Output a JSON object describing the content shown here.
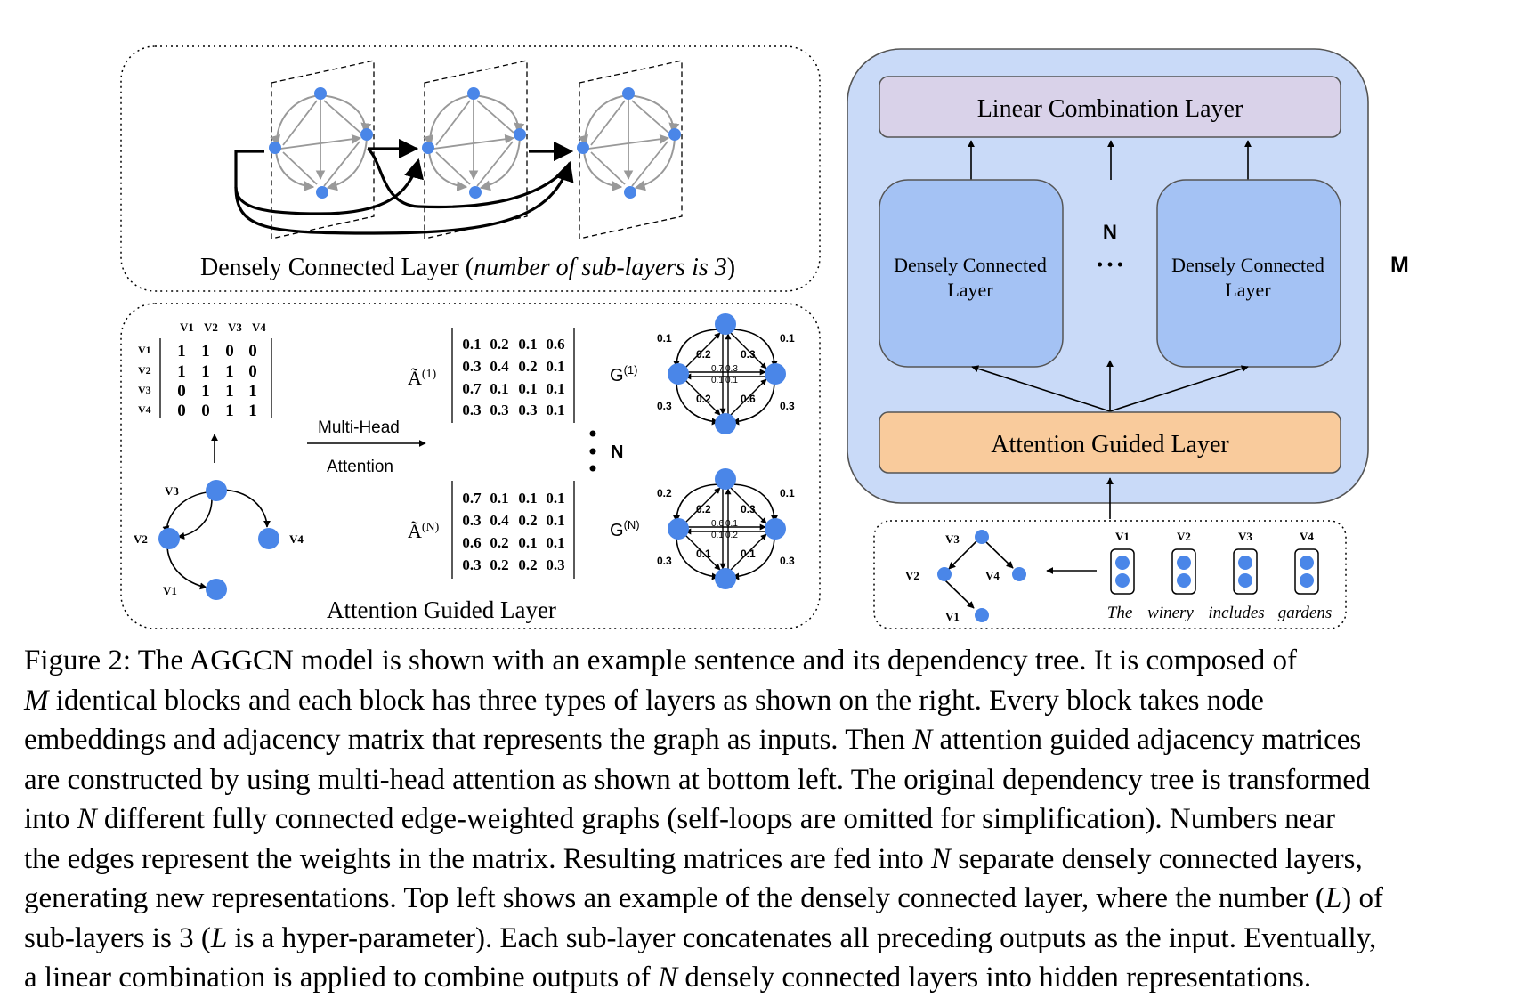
{
  "colors": {
    "node": "#4a86e8",
    "block_bg": "#c9daf8",
    "linear_bg": "#d9d2e9",
    "dense_bg": "#a4c2f4",
    "attention_bg": "#f9cb9c",
    "edge_gray": "#999999"
  },
  "top_left": {
    "caption_main": "Densely Connected Layer (",
    "caption_italic": "number of sub-layers is 3",
    "caption_end": ")"
  },
  "bottom_left": {
    "title": "Attention Guided Layer",
    "column_headers": [
      "V1",
      "V2",
      "V3",
      "V4"
    ],
    "row_headers": [
      "V1",
      "V2",
      "V3",
      "V4"
    ],
    "adjacency": [
      [
        "1",
        "1",
        "0",
        "0"
      ],
      [
        "1",
        "1",
        "1",
        "0"
      ],
      [
        "0",
        "1",
        "1",
        "1"
      ],
      [
        "0",
        "0",
        "1",
        "1"
      ]
    ],
    "arrow_label_1": "Multi-Head",
    "arrow_label_2": "Attention",
    "tree_labels": [
      "V3",
      "V2",
      "V4",
      "V1"
    ],
    "matrix_1_label": "Ã",
    "matrix_1_sup": "(1)",
    "matrix_1": [
      [
        "0.1",
        "0.2",
        "0.1",
        "0.6"
      ],
      [
        "0.3",
        "0.4",
        "0.2",
        "0.1"
      ],
      [
        "0.7",
        "0.1",
        "0.1",
        "0.1"
      ],
      [
        "0.3",
        "0.3",
        "0.3",
        "0.1"
      ]
    ],
    "matrix_n_label": "Ã",
    "matrix_n_sup": "(N)",
    "matrix_n": [
      [
        "0.7",
        "0.1",
        "0.1",
        "0.1"
      ],
      [
        "0.3",
        "0.4",
        "0.2",
        "0.1"
      ],
      [
        "0.6",
        "0.2",
        "0.1",
        "0.1"
      ],
      [
        "0.3",
        "0.2",
        "0.2",
        "0.3"
      ]
    ],
    "n_label": "N",
    "graph_1_label": "G",
    "graph_1_sup": "(1)",
    "graph_n_label": "G",
    "graph_n_sup": "(N)",
    "graph_1_weights": {
      "tl": "0.1",
      "tr": "0.1",
      "bl": "0.3",
      "br": "0.3",
      "inner_tl": "0.2",
      "inner_tr": "0.3",
      "inner_bl": "0.2",
      "inner_br": "0.6",
      "center_1": "0.7",
      "center_2": "0.3",
      "center_3": "0.1",
      "center_4": "0.1"
    },
    "graph_n_weights": {
      "tl": "0.2",
      "tr": "0.1",
      "bl": "0.3",
      "br": "0.3",
      "inner_tl": "0.2",
      "inner_tr": "0.3",
      "inner_bl": "0.1",
      "inner_br": "0.1",
      "center_1": "0.6",
      "center_2": "0.1",
      "center_3": "0.1",
      "center_4": "0.2"
    }
  },
  "block": {
    "linear": "Linear Combination Layer",
    "dense_1_line1": "Densely Connected",
    "dense_1_line2": "Layer",
    "dense_2_line1": "Densely Connected",
    "dense_2_line2": "Layer",
    "n_label": "N",
    "dots": "•   •   •",
    "attention": "Attention Guided Layer",
    "m_label": "M"
  },
  "input": {
    "tree_labels": [
      "V3",
      "V2",
      "V4",
      "V1"
    ],
    "word_ids": [
      "V1",
      "V2",
      "V3",
      "V4"
    ],
    "words": [
      "The",
      "winery",
      "includes",
      "gardens"
    ]
  },
  "caption": {
    "l1_a": "Figure 2: The AGGCN model is shown with an example sentence and its dependency tree.  It is composed of",
    "l2_m": "M",
    "l2_b": " identical blocks and each block has three types of layers as shown on the right.  Every block takes node",
    "l3_a": "embeddings and adjacency matrix that represents the graph as inputs. Then ",
    "l3_n": "N",
    "l3_b": " attention guided adjacency matrices",
    "l4_a": "are constructed by using multi-head attention as shown at bottom left. The original dependency tree is transformed",
    "l5_a": "into ",
    "l5_n": "N",
    "l5_b": " different fully connected edge-weighted graphs (self-loops are omitted for simplification).  Numbers near",
    "l6_a": "the edges represent the weights in the matrix. Resulting matrices are fed into ",
    "l6_n": "N",
    "l6_b": " separate densely connected layers,",
    "l7_a": "generating new representations. Top left shows an example of the densely connected layer, where the number (",
    "l7_l": "L",
    "l7_b": ") of",
    "l8_a": "sub-layers is 3 (",
    "l8_l": "L",
    "l8_b": " is a hyper-parameter). Each sub-layer concatenates all preceding outputs as the input. Eventually,",
    "l9_a": "a linear combination is applied to combine outputs of ",
    "l9_n": "N",
    "l9_b": " densely connected layers into hidden representations."
  }
}
